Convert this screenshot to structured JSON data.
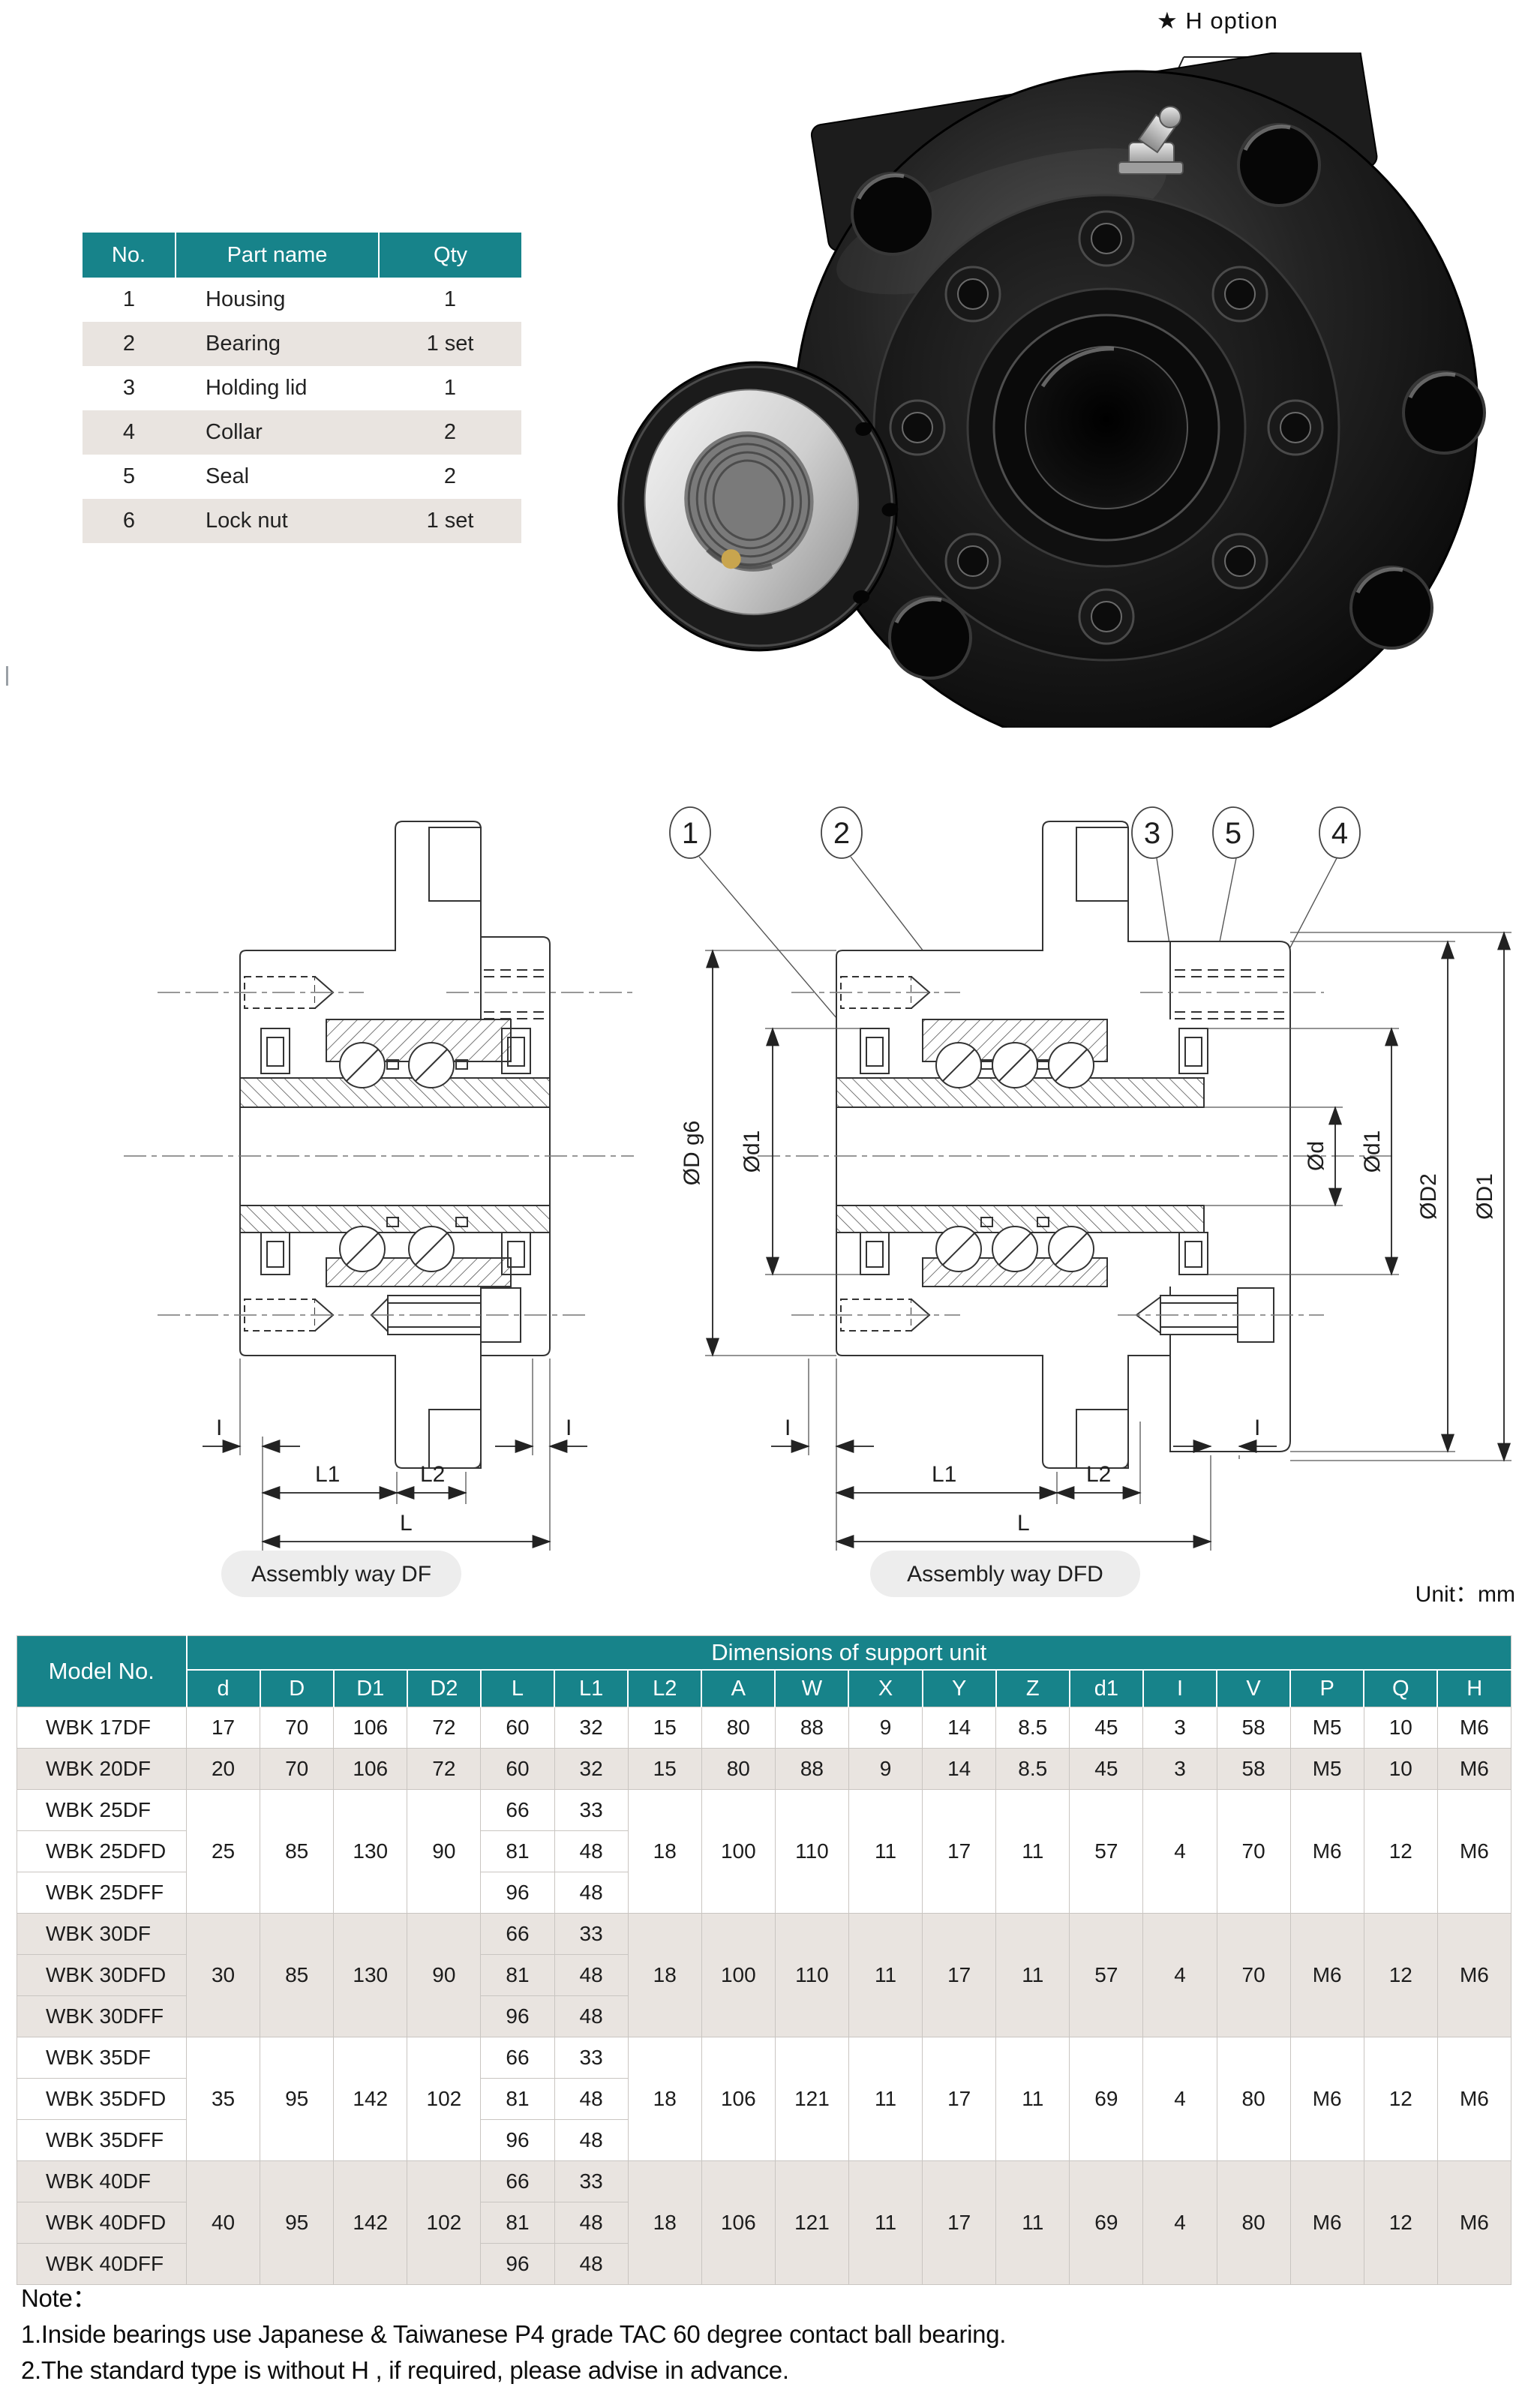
{
  "h_option": {
    "label": "★ H option"
  },
  "parts_table": {
    "headers": [
      "No.",
      "Part name",
      "Qty"
    ],
    "rows": [
      [
        "1",
        "Housing",
        "1"
      ],
      [
        "2",
        "Bearing",
        "1 set"
      ],
      [
        "3",
        "Holding lid",
        "1"
      ],
      [
        "4",
        "Collar",
        "2"
      ],
      [
        "5",
        "Seal",
        "2"
      ],
      [
        "6",
        "Lock nut",
        "1 set"
      ]
    ]
  },
  "drawings": {
    "df_caption": "Assembly way DF",
    "dfd_caption": "Assembly way DFD",
    "unit_label": "Unit：mm",
    "dim_i": "I",
    "dim_l1": "L1",
    "dim_l2": "L2",
    "dim_l": "L",
    "callouts": [
      "1",
      "2",
      "3",
      "5",
      "4"
    ],
    "left_dims": [
      "ØD g6",
      "Ød1"
    ],
    "right_dims": [
      "Ød",
      "Ød1",
      "ØD2",
      "ØD1"
    ]
  },
  "dims_table": {
    "model_header": "Model No.",
    "title": "Dimensions of support unit",
    "columns": [
      "d",
      "D",
      "D1",
      "D2",
      "L",
      "L1",
      "L2",
      "A",
      "W",
      "X",
      "Y",
      "Z",
      "d1",
      "I",
      "V",
      "P",
      "Q",
      "H"
    ],
    "rows": [
      {
        "m": "WBK 17DF",
        "s": 0,
        "c": [
          [
            "17",
            1
          ],
          [
            "70",
            1
          ],
          [
            "106",
            1
          ],
          [
            "72",
            1
          ],
          [
            "60",
            1
          ],
          [
            "32",
            1
          ],
          [
            "15",
            1
          ],
          [
            "80",
            1
          ],
          [
            "88",
            1
          ],
          [
            "9",
            1
          ],
          [
            "14",
            1
          ],
          [
            "8.5",
            1
          ],
          [
            "45",
            1
          ],
          [
            "3",
            1
          ],
          [
            "58",
            1
          ],
          [
            "M5",
            1
          ],
          [
            "10",
            1
          ],
          [
            "M6",
            1
          ]
        ]
      },
      {
        "m": "WBK 20DF",
        "s": 1,
        "c": [
          [
            "20",
            1
          ],
          [
            "70",
            1
          ],
          [
            "106",
            1
          ],
          [
            "72",
            1
          ],
          [
            "60",
            1
          ],
          [
            "32",
            1
          ],
          [
            "15",
            1
          ],
          [
            "80",
            1
          ],
          [
            "88",
            1
          ],
          [
            "9",
            1
          ],
          [
            "14",
            1
          ],
          [
            "8.5",
            1
          ],
          [
            "45",
            1
          ],
          [
            "3",
            1
          ],
          [
            "58",
            1
          ],
          [
            "M5",
            1
          ],
          [
            "10",
            1
          ],
          [
            "M6",
            1
          ]
        ]
      },
      {
        "m": "WBK 25DF",
        "s": 0,
        "c": [
          [
            "25",
            3
          ],
          [
            "85",
            3
          ],
          [
            "130",
            3
          ],
          [
            "90",
            3
          ],
          [
            "66",
            1
          ],
          [
            "33",
            1
          ],
          [
            "18",
            3
          ],
          [
            "100",
            3
          ],
          [
            "110",
            3
          ],
          [
            "11",
            3
          ],
          [
            "17",
            3
          ],
          [
            "11",
            3
          ],
          [
            "57",
            3
          ],
          [
            "4",
            3
          ],
          [
            "70",
            3
          ],
          [
            "M6",
            3
          ],
          [
            "12",
            3
          ],
          [
            "M6",
            3
          ]
        ]
      },
      {
        "m": "WBK 25DFD",
        "s": 0,
        "c": [
          [
            "81",
            1
          ],
          [
            "48",
            1
          ]
        ]
      },
      {
        "m": "WBK 25DFF",
        "s": 0,
        "c": [
          [
            "96",
            1
          ],
          [
            "48",
            1
          ]
        ]
      },
      {
        "m": "WBK 30DF",
        "s": 1,
        "c": [
          [
            "30",
            3
          ],
          [
            "85",
            3
          ],
          [
            "130",
            3
          ],
          [
            "90",
            3
          ],
          [
            "66",
            1
          ],
          [
            "33",
            1
          ],
          [
            "18",
            3
          ],
          [
            "100",
            3
          ],
          [
            "110",
            3
          ],
          [
            "11",
            3
          ],
          [
            "17",
            3
          ],
          [
            "11",
            3
          ],
          [
            "57",
            3
          ],
          [
            "4",
            3
          ],
          [
            "70",
            3
          ],
          [
            "M6",
            3
          ],
          [
            "12",
            3
          ],
          [
            "M6",
            3
          ]
        ]
      },
      {
        "m": "WBK 30DFD",
        "s": 1,
        "c": [
          [
            "81",
            1
          ],
          [
            "48",
            1
          ]
        ]
      },
      {
        "m": "WBK 30DFF",
        "s": 1,
        "c": [
          [
            "96",
            1
          ],
          [
            "48",
            1
          ]
        ]
      },
      {
        "m": "WBK 35DF",
        "s": 0,
        "c": [
          [
            "35",
            3
          ],
          [
            "95",
            3
          ],
          [
            "142",
            3
          ],
          [
            "102",
            3
          ],
          [
            "66",
            1
          ],
          [
            "33",
            1
          ],
          [
            "18",
            3
          ],
          [
            "106",
            3
          ],
          [
            "121",
            3
          ],
          [
            "11",
            3
          ],
          [
            "17",
            3
          ],
          [
            "11",
            3
          ],
          [
            "69",
            3
          ],
          [
            "4",
            3
          ],
          [
            "80",
            3
          ],
          [
            "M6",
            3
          ],
          [
            "12",
            3
          ],
          [
            "M6",
            3
          ]
        ]
      },
      {
        "m": "WBK 35DFD",
        "s": 0,
        "c": [
          [
            "81",
            1
          ],
          [
            "48",
            1
          ]
        ]
      },
      {
        "m": "WBK 35DFF",
        "s": 0,
        "c": [
          [
            "96",
            1
          ],
          [
            "48",
            1
          ]
        ]
      },
      {
        "m": "WBK 40DF",
        "s": 1,
        "c": [
          [
            "40",
            3
          ],
          [
            "95",
            3
          ],
          [
            "142",
            3
          ],
          [
            "102",
            3
          ],
          [
            "66",
            1
          ],
          [
            "33",
            1
          ],
          [
            "18",
            3
          ],
          [
            "106",
            3
          ],
          [
            "121",
            3
          ],
          [
            "11",
            3
          ],
          [
            "17",
            3
          ],
          [
            "11",
            3
          ],
          [
            "69",
            3
          ],
          [
            "4",
            3
          ],
          [
            "80",
            3
          ],
          [
            "M6",
            3
          ],
          [
            "12",
            3
          ],
          [
            "M6",
            3
          ]
        ]
      },
      {
        "m": "WBK 40DFD",
        "s": 1,
        "c": [
          [
            "81",
            1
          ],
          [
            "48",
            1
          ]
        ]
      },
      {
        "m": "WBK 40DFF",
        "s": 1,
        "c": [
          [
            "96",
            1
          ],
          [
            "48",
            1
          ]
        ]
      }
    ]
  },
  "notes": {
    "title": "Note：",
    "lines": [
      "1.Inside bearings use Japanese & Taiwanese P4 grade TAC 60 degree contact ball bearing.",
      "2.The standard type is without  H , if required, please advise in advance."
    ]
  },
  "colors": {
    "teal": "#17838A",
    "row_shade": "#E9E4E0",
    "pill_gray": "#EDEDED",
    "line": "#333333"
  }
}
